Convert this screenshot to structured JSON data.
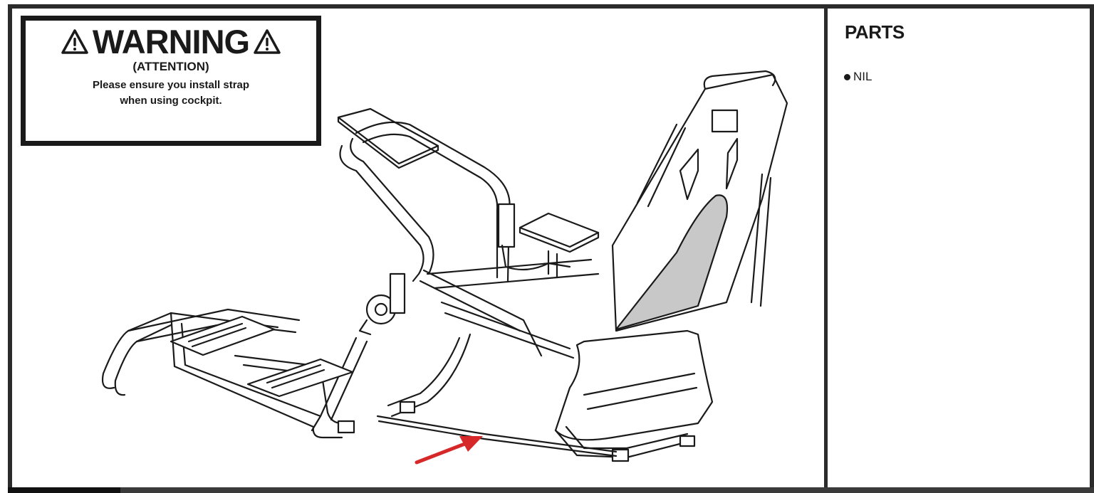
{
  "warning": {
    "title": "WARNING",
    "subtitle": "(ATTENTION)",
    "message_line1": "Please ensure you install strap",
    "message_line2": "when using cockpit."
  },
  "parts": {
    "title": "PARTS",
    "items": [
      "NIL"
    ]
  },
  "colors": {
    "frame": "#2b2b2b",
    "arrow": "#d62828",
    "seat_fill": "#c8c8c8"
  }
}
